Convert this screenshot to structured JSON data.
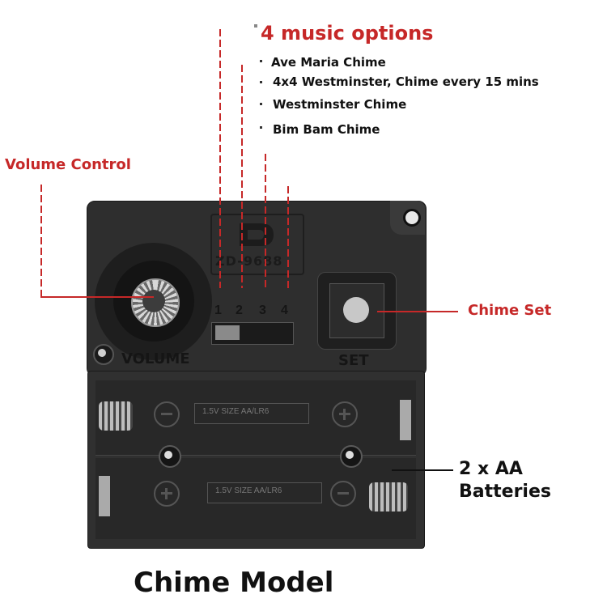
{
  "header": {
    "title": "4 music options",
    "options": [
      "Ave Maria Chime",
      "4x4 Westminster, Chime every 15 mins",
      "Westminster Chime",
      "Bim Bam Chime"
    ]
  },
  "labels": {
    "volume_control": "Volume Control",
    "chime_set": "Chime Set",
    "batteries_line1": "2 x AA",
    "batteries_line2": "Batteries"
  },
  "device": {
    "model_code": "ZD-9688",
    "volume_text": "VOLUME",
    "set_text": "SET",
    "switch_numbers": [
      "1",
      "2",
      "3",
      "4"
    ],
    "battery_text": "1.5V SIZE AA/LR6"
  },
  "footer": {
    "caption": "Chime Model"
  },
  "colors": {
    "accent": "#c62828",
    "device": "#2b2b2b"
  }
}
